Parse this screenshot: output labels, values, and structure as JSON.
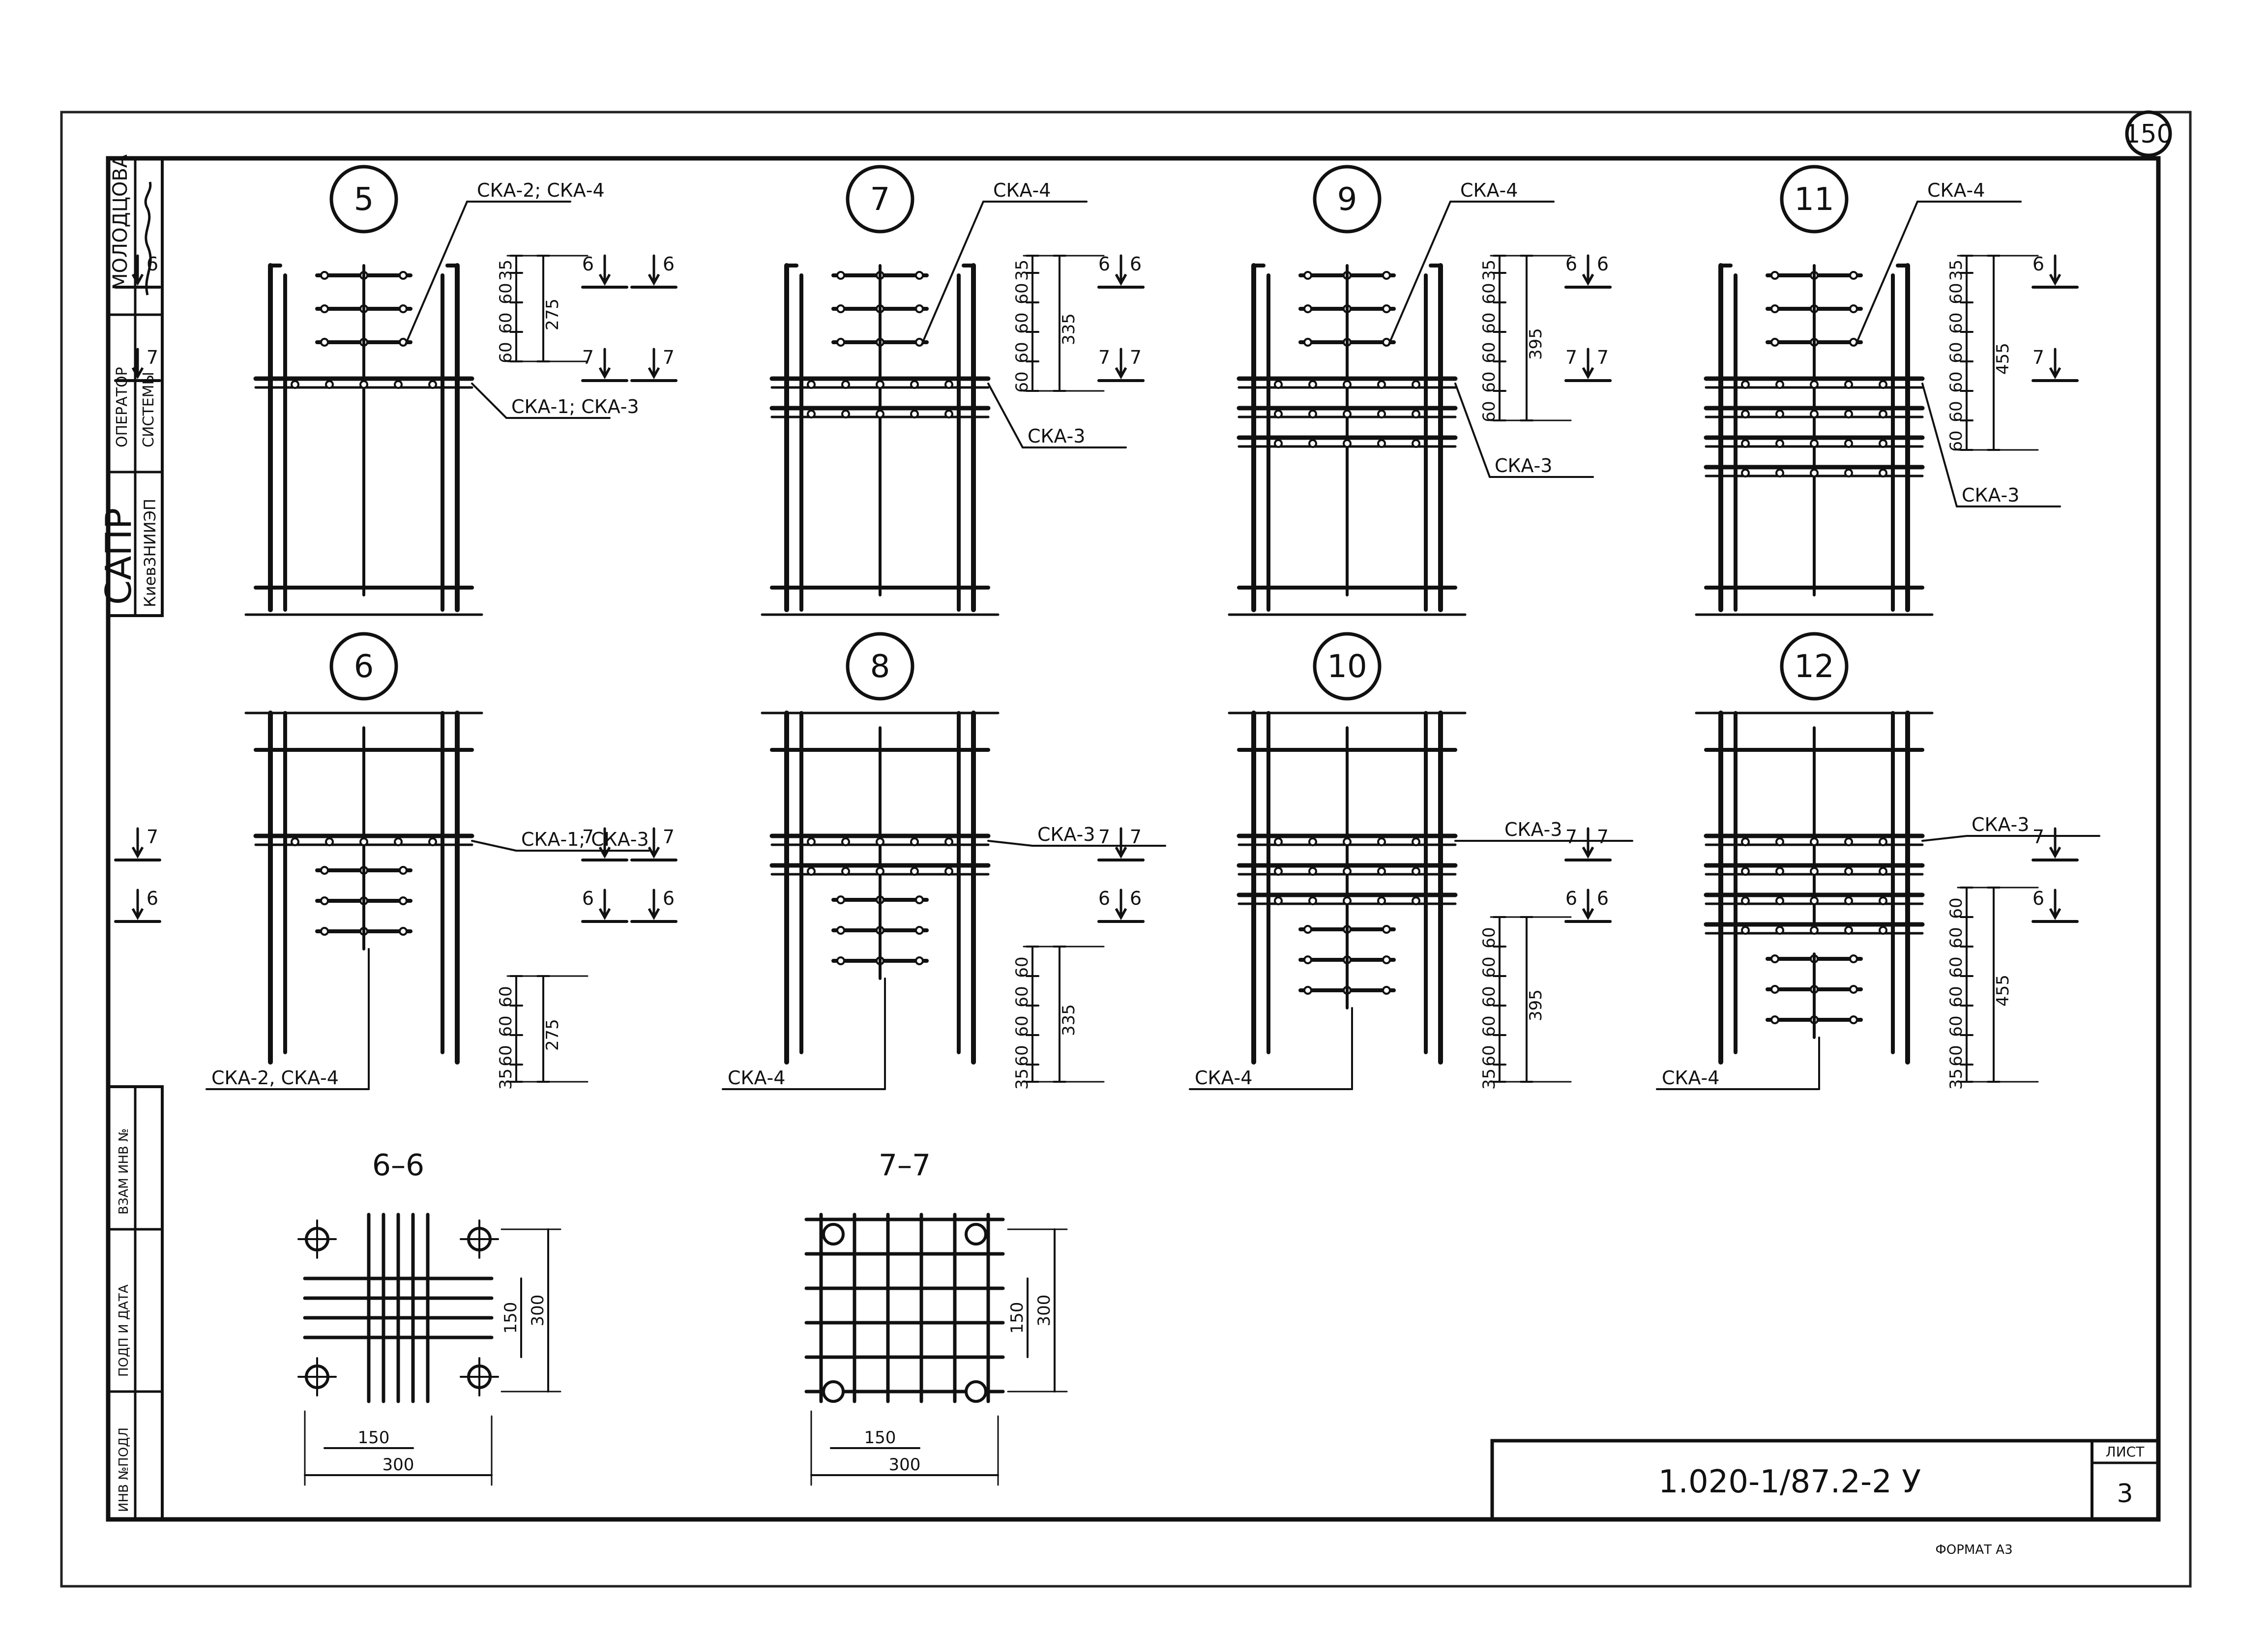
{
  "sheet_number": "150",
  "side_stamp": {
    "name": "МОЛОДЦОВА",
    "role_line1": "ОПЕРАТОР",
    "role_line2": "СИСТЕМЫ",
    "org_line1": "САПР",
    "org_line2": "КиевЗНИИЭП",
    "fields": [
      "ВЗАМ ИНВ №",
      "ПОДП И ДАТА",
      "ИНВ №ПОДЛ"
    ]
  },
  "top_details": [
    {
      "num": "5",
      "leader_a": "СКА-2; СКА-4",
      "leader_b": "СКА-1; СКА-3",
      "dims": [
        "35",
        "60",
        "60",
        "60"
      ],
      "total": "275"
    },
    {
      "num": "7",
      "leader_a": "СКА-4",
      "leader_b": "СКА-3",
      "dims": [
        "35",
        "60",
        "60",
        "60",
        "60"
      ],
      "total": "335"
    },
    {
      "num": "9",
      "leader_a": "СКА-4",
      "leader_b": "СКА-3",
      "dims": [
        "35",
        "60",
        "60",
        "60",
        "60",
        "60"
      ],
      "total": "395"
    },
    {
      "num": "11",
      "leader_a": "СКА-4",
      "leader_b": "СКА-3",
      "dims": [
        "35",
        "60",
        "60",
        "60",
        "60",
        "60",
        "60"
      ],
      "total": "455"
    }
  ],
  "bottom_details": [
    {
      "num": "6",
      "leader_a": "СКА-1; СКА-3",
      "leader_b": "СКА-2, СКА-4",
      "dims": [
        "35",
        "60",
        "60",
        "60"
      ],
      "total": "275"
    },
    {
      "num": "8",
      "leader_a": "СКА-3",
      "leader_b": "СКА-4",
      "dims": [
        "35",
        "60",
        "60",
        "60",
        "60"
      ],
      "total": "335"
    },
    {
      "num": "10",
      "leader_a": "СКА-3",
      "leader_b": "СКА-4",
      "dims": [
        "35",
        "60",
        "60",
        "60",
        "60",
        "60"
      ],
      "total": "395"
    },
    {
      "num": "12",
      "leader_a": "СКА-3",
      "leader_b": "СКА-4",
      "dims": [
        "35",
        "60",
        "60",
        "60",
        "60",
        "60",
        "60"
      ],
      "total": "455"
    }
  ],
  "cut_marks": {
    "a": "6",
    "b": "7"
  },
  "sections": [
    {
      "title": "6–6",
      "dims": {
        "inner": "150",
        "outer": "300",
        "v_inner": "150",
        "v_outer": "300"
      }
    },
    {
      "title": "7–7",
      "dims": {
        "inner": "150",
        "outer": "300",
        "v_inner": "150",
        "v_outer": "300"
      }
    }
  ],
  "title_block": {
    "code": "1.020-1/87.2-2 У",
    "sheet_label": "ЛИСТ",
    "sheet_num": "3"
  },
  "format_note": "ФОРМАТ А3"
}
